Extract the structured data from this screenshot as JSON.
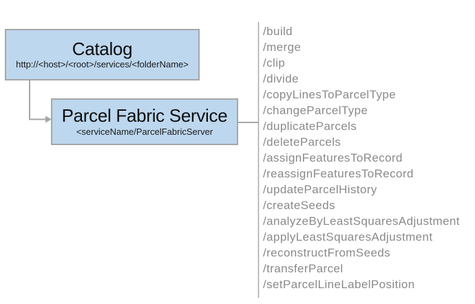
{
  "diagram": {
    "catalog": {
      "title": "Catalog",
      "subtitle": "http://<host>/<root>/services/<folderName>"
    },
    "service": {
      "title": "Parcel Fabric Service",
      "subtitle": "<serviceName/ParcelFabricServer"
    },
    "endpoints": [
      "/build",
      "/merge",
      "/clip",
      "/divide",
      "/copyLinesToParcelType",
      "/changeParcelType",
      "/duplicateParcels",
      "/deleteParcels",
      "/assignFeaturesToRecord",
      "/reassignFeaturesToRecord",
      "/updateParcelHistory",
      "/createSeeds",
      "/analyzeByLeastSquaresAdjustment",
      "/applyLeastSquaresAdjustment",
      "/reconstructFromSeeds",
      "/transferParcel",
      "/setParcelLineLabelPosition"
    ],
    "colors": {
      "box_fill": "#bdd7ee",
      "box_border": "#a6a6a6",
      "connector": "#a6a6a6",
      "endpoint_text": "#8a8a8a",
      "title_text": "#0d0d0d"
    }
  }
}
